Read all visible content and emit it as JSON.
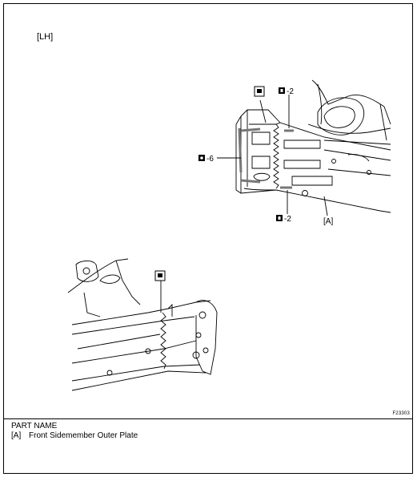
{
  "figure": {
    "view_label": "[LH]",
    "figure_code": "F23303",
    "callouts": {
      "top_left_weld": "-2",
      "left_weld": "-6",
      "bottom_weld": "-2",
      "part_ref": "[A]"
    }
  },
  "parts": {
    "heading": "PART NAME",
    "items": [
      {
        "key": "[A]",
        "name": "Front Sidemember Outer Plate"
      }
    ]
  }
}
